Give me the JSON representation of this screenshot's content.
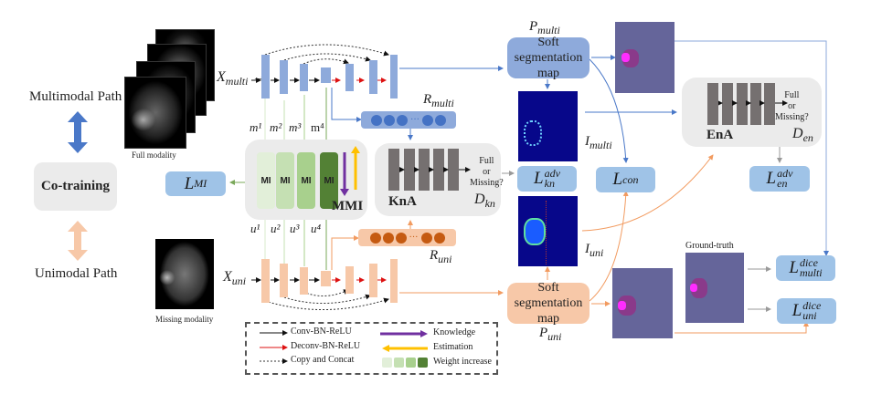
{
  "left_panel": {
    "multimodal_path": "Multimodal Path",
    "co_training": "Co-training",
    "unimodal_path": "Unimodal Path"
  },
  "inputs": {
    "full_modality_caption": "Full modality",
    "missing_modality_caption": "Missing modality",
    "x_multi": {
      "base": "X",
      "sub": "multi"
    },
    "x_uni": {
      "base": "X",
      "sub": "uni"
    }
  },
  "features": {
    "m": [
      "m¹",
      "m²",
      "m³",
      "m⁴"
    ],
    "u": [
      "u¹",
      "u²",
      "u³",
      "u⁴"
    ],
    "r_multi": {
      "base": "R",
      "sub": "multi"
    },
    "r_uni": {
      "base": "R",
      "sub": "uni"
    },
    "dots_ellipsis": "···"
  },
  "mmi": {
    "label": "MMI",
    "blocks": [
      "MI",
      "MI",
      "MI",
      "MI"
    ],
    "block_colors": [
      "#e2efd9",
      "#c5e0b3",
      "#a8d08d",
      "#538135"
    ],
    "knowledge_color": "#7030a0",
    "estimation_color": "#ffc000"
  },
  "loss_mi": {
    "base": "L",
    "sub": "MI"
  },
  "kna": {
    "label": "KnA",
    "question": [
      "Full",
      "or",
      "Missing?"
    ],
    "disc": {
      "base": "D",
      "sub": "kn"
    }
  },
  "ena": {
    "label": "EnA",
    "question": [
      "Full",
      "or",
      "Missing?"
    ],
    "disc": {
      "base": "D",
      "sub": "en"
    }
  },
  "segmentation": {
    "multi": {
      "label": [
        "Soft",
        "segmentation",
        "map"
      ],
      "p": {
        "base": "P",
        "sub": "multi"
      }
    },
    "uni": {
      "label": [
        "Soft",
        "segmentation",
        "map"
      ],
      "p": {
        "base": "P",
        "sub": "uni"
      }
    }
  },
  "uncertainty": {
    "i_multi": {
      "base": "I",
      "sub": "multi"
    },
    "i_uni": {
      "base": "I",
      "sub": "uni"
    }
  },
  "losses": {
    "kn_adv": {
      "base": "L",
      "sup": "adv",
      "sub": "kn"
    },
    "con": {
      "base": "L",
      "sub": "con"
    },
    "en_adv": {
      "base": "L",
      "sup": "adv",
      "sub": "en"
    },
    "dice_multi": {
      "base": "L",
      "sup": "dice",
      "sub": "multi"
    },
    "dice_uni": {
      "base": "L",
      "sup": "dice",
      "sub": "uni"
    }
  },
  "ground_truth": {
    "label": "Ground-truth"
  },
  "legend": {
    "conv": "Conv-BN-ReLU",
    "deconv": "Deconv-BN-ReLU",
    "copy": "Copy and Concat",
    "knowledge": "Knowledge",
    "estimation": "Estimation",
    "weight": "Weight increase"
  },
  "colors": {
    "multi_blue": "#8eaadb",
    "uni_orange": "#f7c8a8",
    "loss_blue": "#9fc3e7",
    "map_purple": "#65659a",
    "heat_navy": "#07078a",
    "gray_panel": "#ebebeb"
  }
}
